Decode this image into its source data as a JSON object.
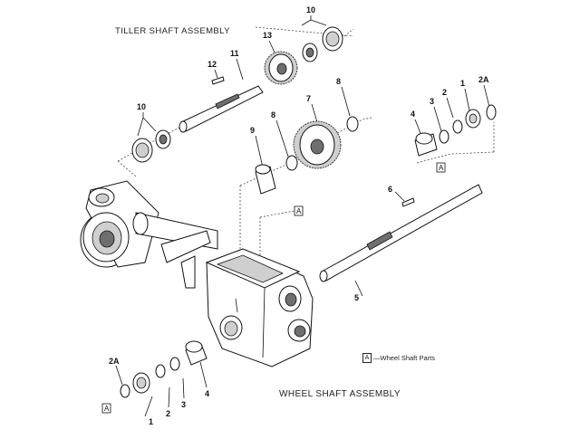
{
  "titles": {
    "tiller": "TILLER SHAFT ASSEMBLY",
    "wheel": "WHEEL SHAFT ASSEMBLY"
  },
  "legend": {
    "box_letter": "A",
    "text": "—Wheel Shaft Parts"
  },
  "callouts": {
    "tiller_10_top": "10",
    "tiller_13": "13",
    "tiller_12": "12",
    "tiller_11": "11",
    "tiller_10_left": "10",
    "tiller_7": "7",
    "tiller_8_top": "8",
    "tiller_8_mid": "8",
    "tiller_9": "9",
    "right_2a": "2A",
    "right_1": "1",
    "right_2": "2",
    "right_3": "3",
    "right_4": "4",
    "shaft_6": "6",
    "shaft_5": "5",
    "bottom_2a": "2A",
    "bottom_1": "1",
    "bottom_2": "2",
    "bottom_3": "3",
    "bottom_4": "4"
  },
  "boxes": {
    "right": "A",
    "middle": "A",
    "bottom": "A"
  }
}
